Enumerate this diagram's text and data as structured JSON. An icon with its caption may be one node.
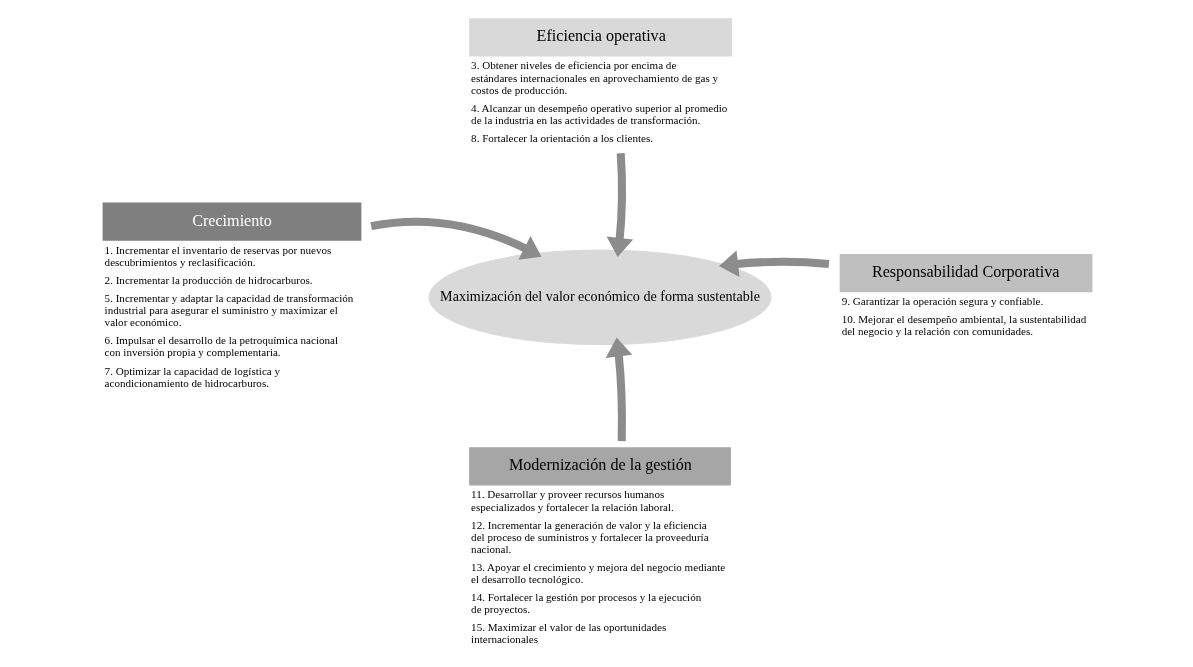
{
  "diagram": {
    "nodes": [
      {
        "text": [
          "Eficiencia operativa"
        ],
        "beside": [
          "3. Obtener niveles de eficiencia por encima de estándares internacionales en aprovechamiento de gas y costos de producción.",
          "4. Alcanzar un desempeño operativo superior al promedio de la industria en las actividades de transformación.",
          "8. Fortalecer la orientación a los clientes."
        ]
      },
      {
        "text": [
          "Crecimiento"
        ],
        "beside": [
          "1. Incrementar el inventario de reservas por nuevos descubrimientos y reclasificación.",
          "2. Incrementar la producción de hidrocarburos.",
          "5. Incrementar y adaptar la capacidad de transformación industrial para asegurar el suministro y maximizar el valor económico.",
          "6. Impulsar el desarrollo de la petroquímica nacional con inversión propia y complementaria.",
          "7. Optimizar la capacidad de logística y acondicionamiento de hidrocarburos."
        ]
      },
      {
        "text": [
          "Maximización del valor económico de forma sustentable"
        ]
      },
      {
        "text": [
          "Responsabilidad Corporativa"
        ],
        "beside": [
          "9. Garantizar la operación segura y confiable.",
          "10. Mejorar el desempeño ambiental, la sustentabilidad del negocio y la relación con comunidades."
        ]
      },
      {
        "text": [
          "Modernización de la gestión"
        ],
        "beside": [
          "11. Desarrollar y proveer recursos humanos especializados y fortalecer la relación laboral.",
          "12. Incrementar la generación de valor y la eficiencia del proceso de suministros y fortalecer la proveeduría nacional.",
          "13. Apoyar el crecimiento y mejora del negocio mediante el desarrollo tecnológico.",
          "14. Fortalecer la gestión por procesos y la ejecución de proyectos.",
          "15. Maximizar el valor de las oportunidades internacionales"
        ]
      }
    ],
    "edges": [
      {
        "from": 0,
        "to": 2,
        "arrow": "to"
      },
      {
        "from": 1,
        "to": 2,
        "arrow": "to"
      },
      {
        "from": 3,
        "to": 2,
        "arrow": "to"
      },
      {
        "from": 4,
        "to": 2,
        "arrow": "to"
      }
    ]
  }
}
